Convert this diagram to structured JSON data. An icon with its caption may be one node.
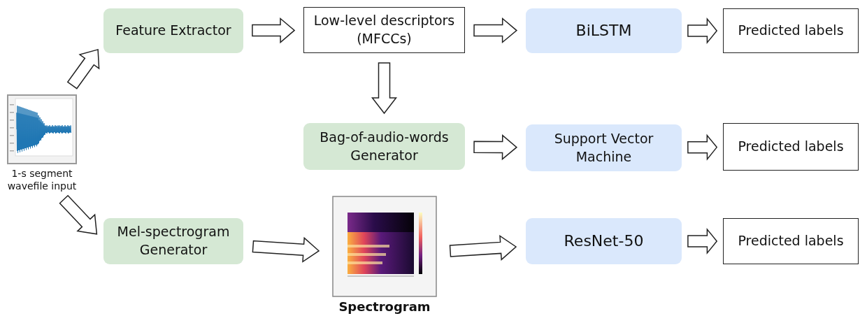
{
  "diagram": {
    "nodes": [
      {
        "text": [
          "1-s segment wavefile input"
        ]
      },
      {
        "text": [
          "Feature Extractor"
        ]
      },
      {
        "text": [
          "Low-level descriptors (MFCCs)"
        ]
      },
      {
        "text": [
          "BiLSTM"
        ]
      },
      {
        "text": [
          "Predicted labels"
        ]
      },
      {
        "text": [
          "Bag-of-audio-words Generator"
        ]
      },
      {
        "text": [
          "Support Vector Machine"
        ]
      },
      {
        "text": [
          "Predicted labels"
        ]
      },
      {
        "text": [
          "Mel-spectrogram Generator"
        ]
      },
      {
        "text": [
          "Spectrogram"
        ]
      },
      {
        "text": [
          "ResNet-50"
        ]
      },
      {
        "text": [
          "Predicted labels"
        ]
      }
    ],
    "edges": [
      {
        "from": 0,
        "to": 1,
        "arrow": "to"
      },
      {
        "from": 0,
        "to": 8,
        "arrow": "to"
      },
      {
        "from": 1,
        "to": 2,
        "arrow": "to"
      },
      {
        "from": 2,
        "to": 3,
        "arrow": "to"
      },
      {
        "from": 3,
        "to": 4,
        "arrow": "to"
      },
      {
        "from": 2,
        "to": 5,
        "arrow": "to"
      },
      {
        "from": 5,
        "to": 6,
        "arrow": "to"
      },
      {
        "from": 6,
        "to": 7,
        "arrow": "to"
      },
      {
        "from": 8,
        "to": 9,
        "arrow": "to"
      },
      {
        "from": 9,
        "to": 10,
        "arrow": "to"
      },
      {
        "from": 10,
        "to": 11,
        "arrow": "to"
      }
    ]
  }
}
